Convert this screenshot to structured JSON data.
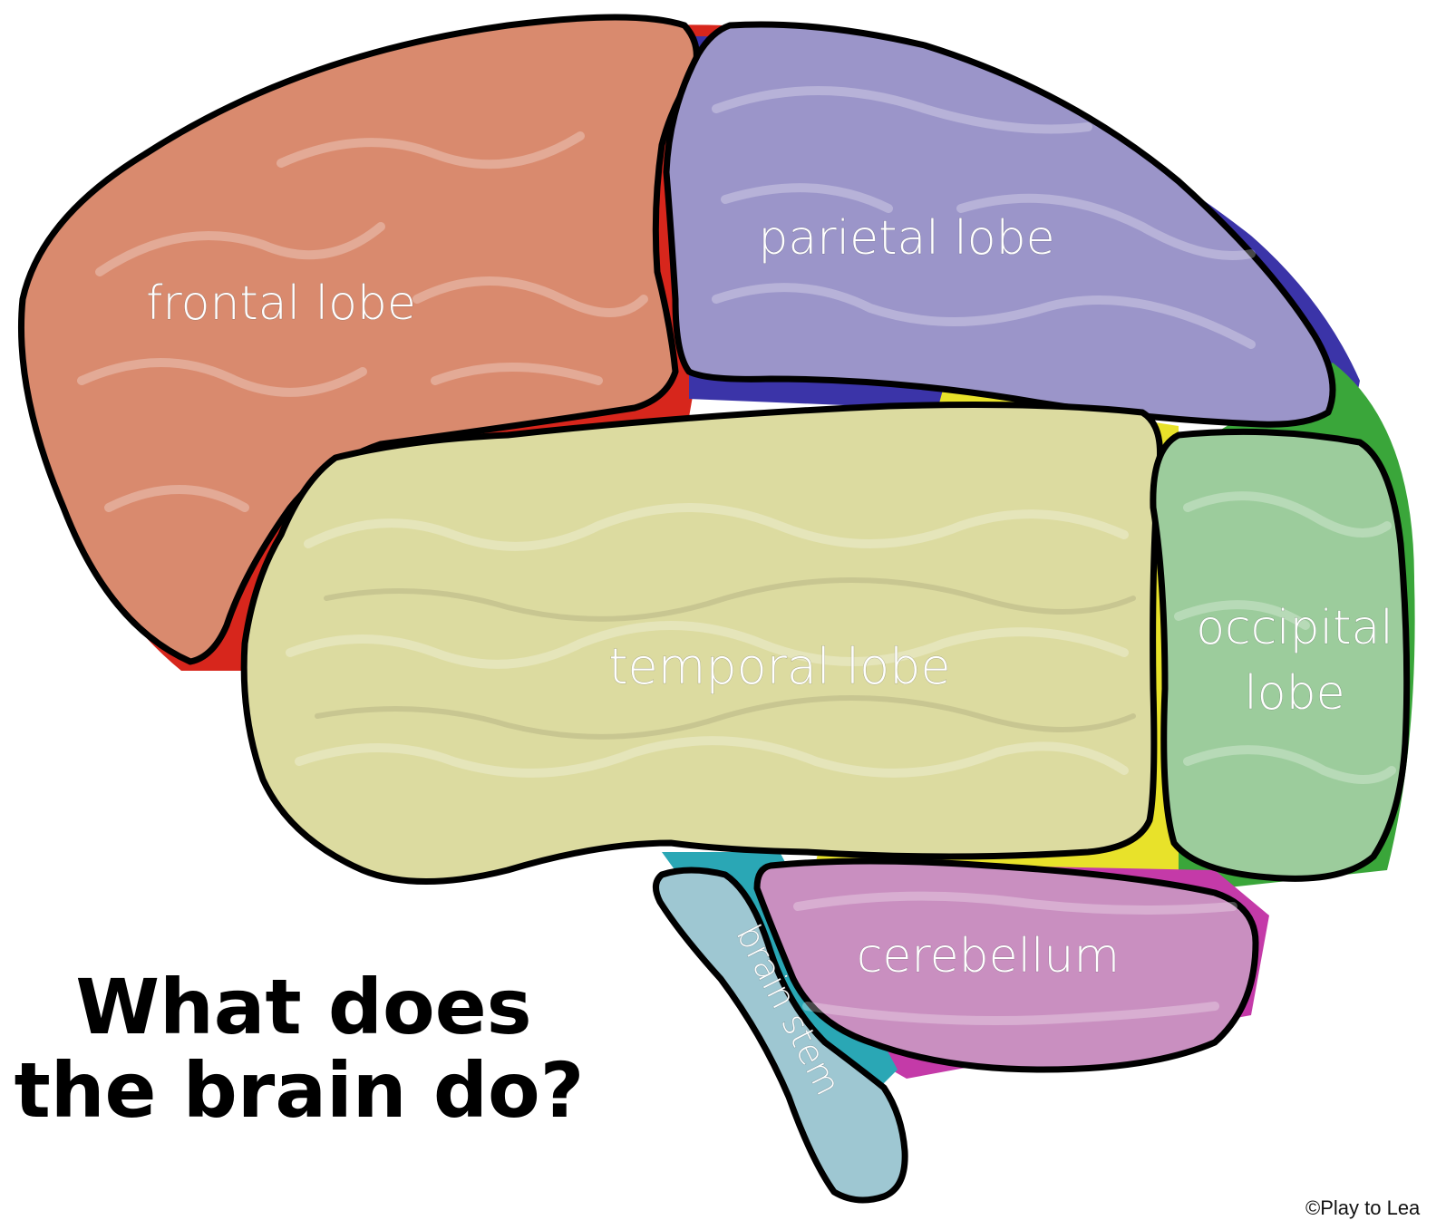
{
  "diagram": {
    "title_line1": "What does",
    "title_line2": "the brain do?",
    "footer": "©Play to Lea",
    "regions": {
      "frontal": {
        "label": "frontal lobe",
        "color": "#d98a6e"
      },
      "parietal": {
        "label": "parietal lobe",
        "color": "#9b95c9"
      },
      "temporal": {
        "label": "temporal lobe",
        "color": "#dcdba0"
      },
      "occipital": {
        "label_line1": "occipital",
        "label_line2": "lobe",
        "color": "#9ccc9c"
      },
      "cerebellum": {
        "label": "cerebellum",
        "color": "#c98fc0"
      },
      "brain_stem": {
        "label": "brain stem",
        "color": "#9ec7d2"
      }
    },
    "background_colors": {
      "red": "#d7261c",
      "yellow": "#e8e22a",
      "green": "#3aa63a",
      "teal": "#2aa7b5",
      "magenta": "#c43aa8",
      "blue": "#3b34a8"
    }
  }
}
